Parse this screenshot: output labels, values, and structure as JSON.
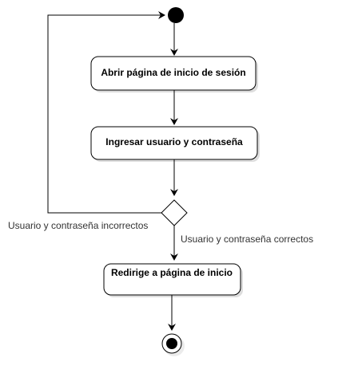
{
  "activities": {
    "open_login": "Abrir página de inicio de sesión",
    "enter_credentials": "Ingresar usuario y contraseña",
    "redirect_home": "Redirige a página de inicio"
  },
  "transitions": {
    "incorrect": "Usuario y contraseña incorrectos",
    "correct": "Usuario y contraseña correctos"
  },
  "colors": {
    "stroke": "#000000",
    "shadow": "#cfcfcf",
    "fill": "#ffffff",
    "node": "#000000"
  }
}
